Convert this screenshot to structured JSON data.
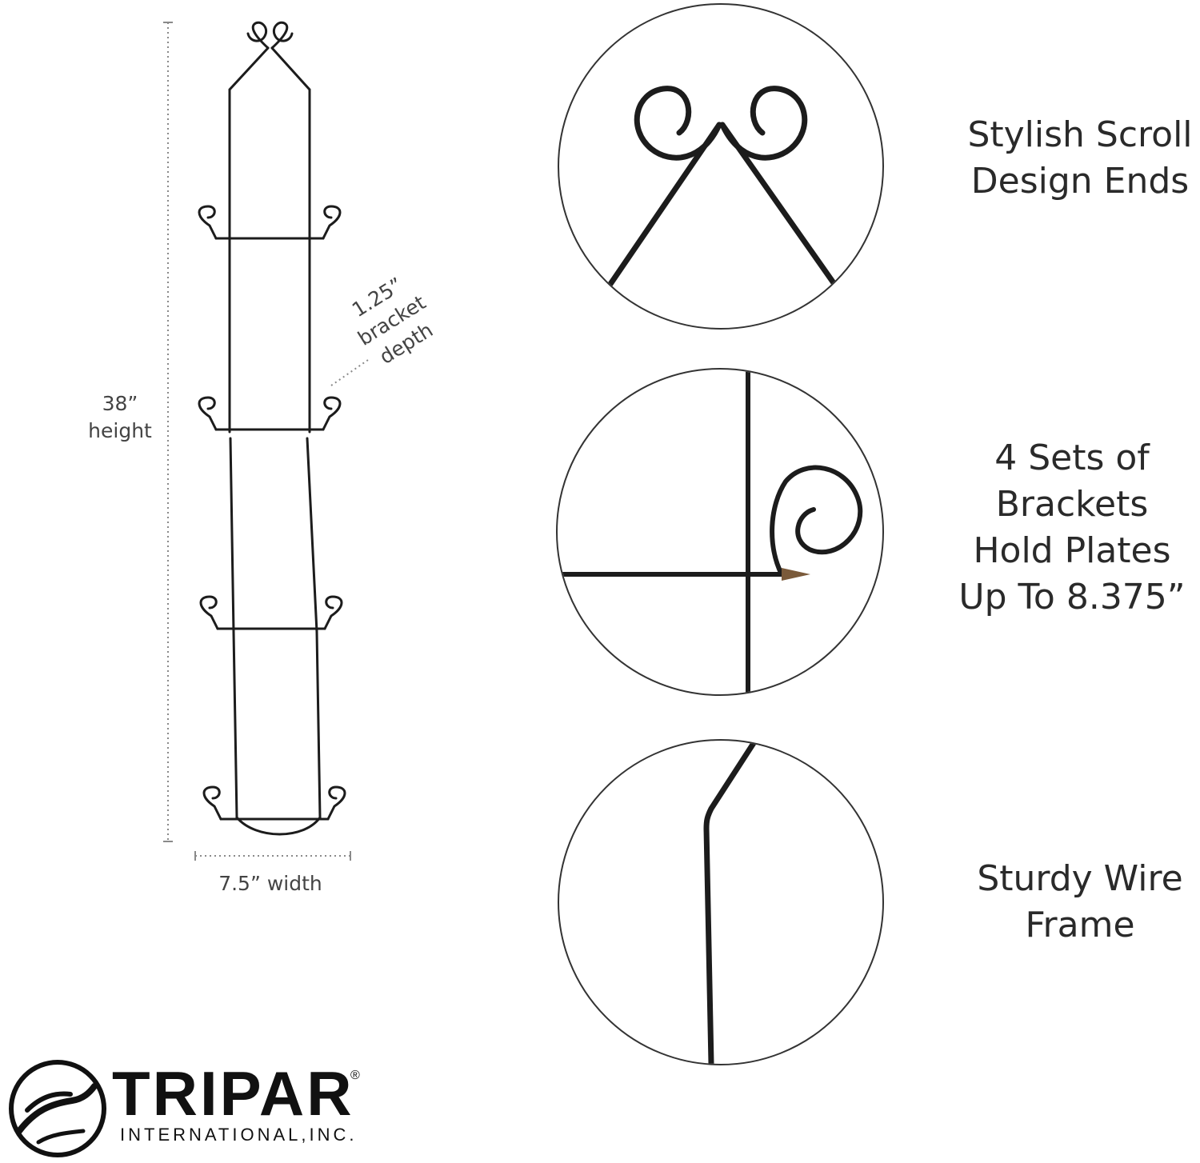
{
  "dimensions": {
    "height_value": "38”",
    "height_word": "height",
    "depth_value": "1.25”",
    "depth_word1": "bracket",
    "depth_word2": "depth",
    "width_label": "7.5” width"
  },
  "features": [
    {
      "lines": [
        "Stylish Scroll",
        "Design Ends"
      ]
    },
    {
      "lines": [
        "4 Sets of",
        "Brackets",
        "Hold Plates",
        "Up To 8.375”"
      ]
    },
    {
      "lines": [
        "Sturdy Wire",
        "Frame"
      ]
    }
  ],
  "brand": {
    "name": "TRIPAR",
    "registered": "®",
    "subtitle": "INTERNATIONAL,INC."
  },
  "colors": {
    "wire": "#1c1c1c",
    "dotted": "#8a8a8a",
    "text": "#2a2a2a"
  }
}
